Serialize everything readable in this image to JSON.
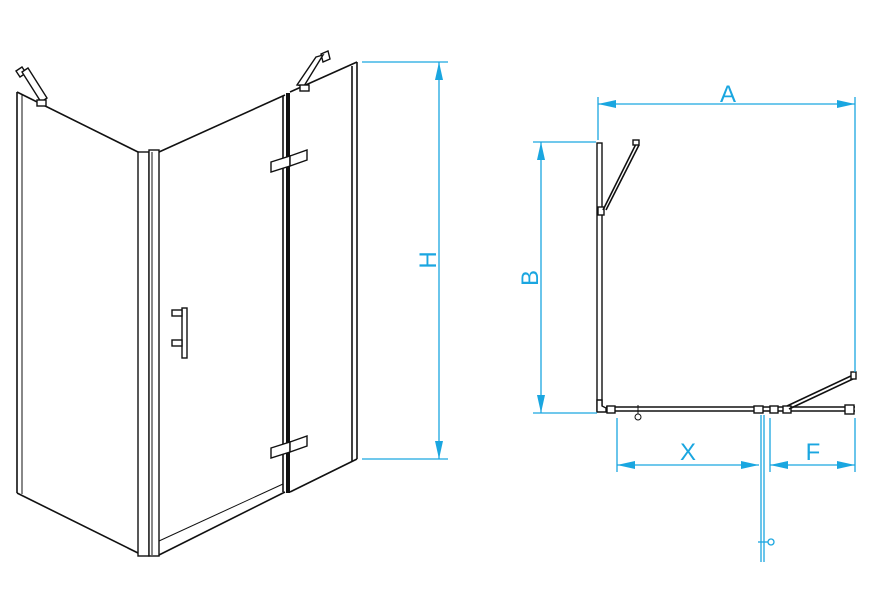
{
  "dimension_labels": {
    "A": "A",
    "B": "B",
    "H": "H",
    "X": "X",
    "F": "F"
  },
  "colors": {
    "dimension": "#1aa6e0",
    "outline": "#111111"
  }
}
